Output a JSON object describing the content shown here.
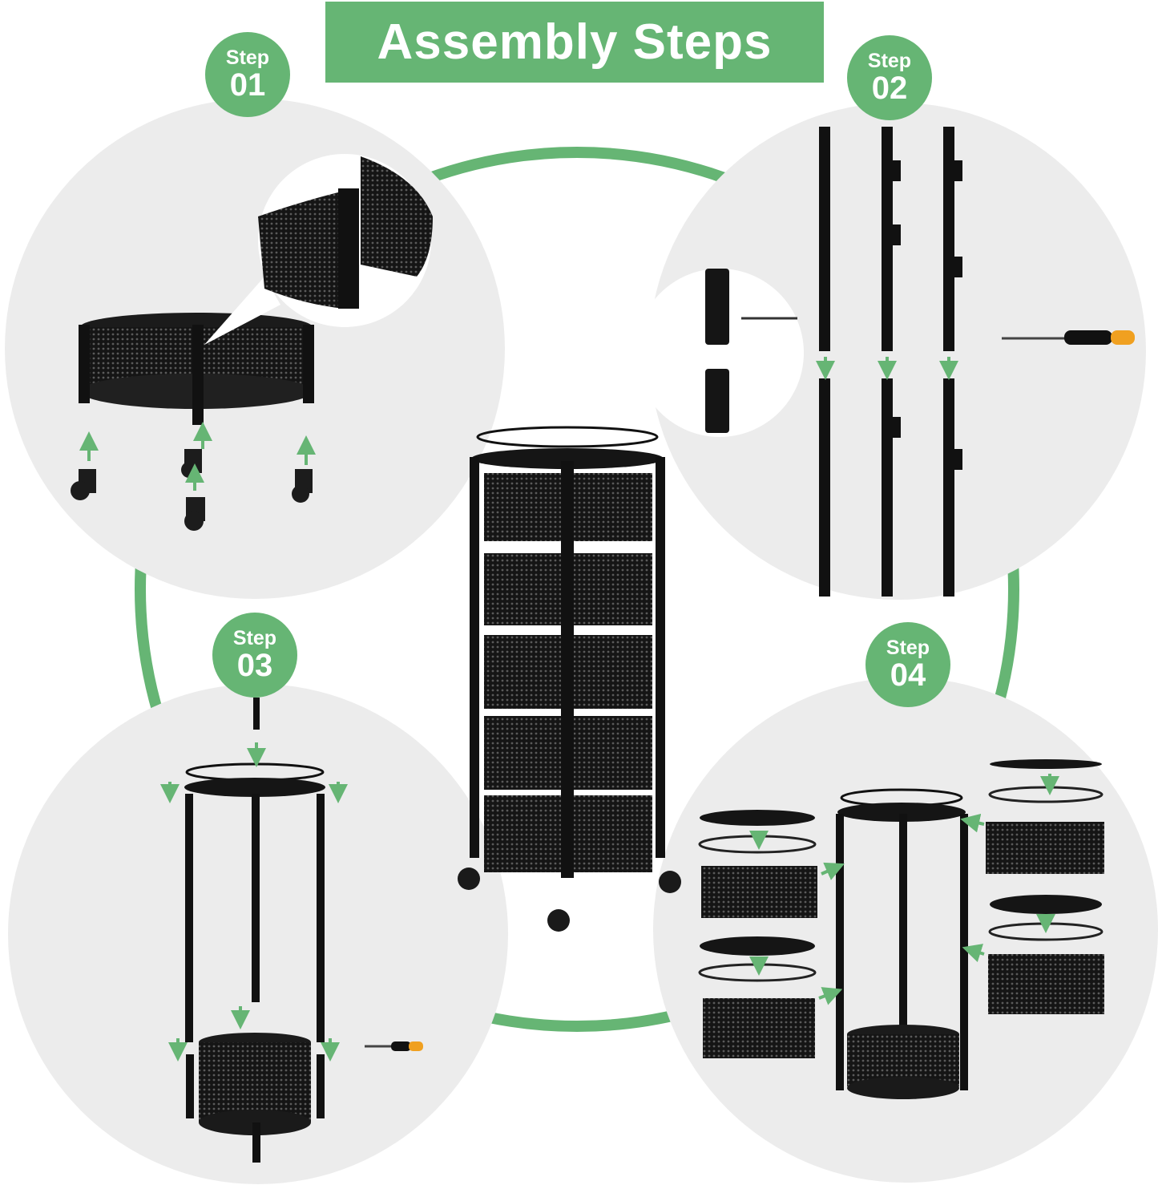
{
  "title": "Assembly Steps",
  "steps": [
    {
      "word": "Step",
      "number": "01"
    },
    {
      "word": "Step",
      "number": "02"
    },
    {
      "word": "Step",
      "number": "03"
    },
    {
      "word": "Step",
      "number": "04"
    }
  ],
  "colors": {
    "accent": "#66b574",
    "panel": "#ececec",
    "metal": "#1a1a1a",
    "banner_text": "#ffffff"
  }
}
